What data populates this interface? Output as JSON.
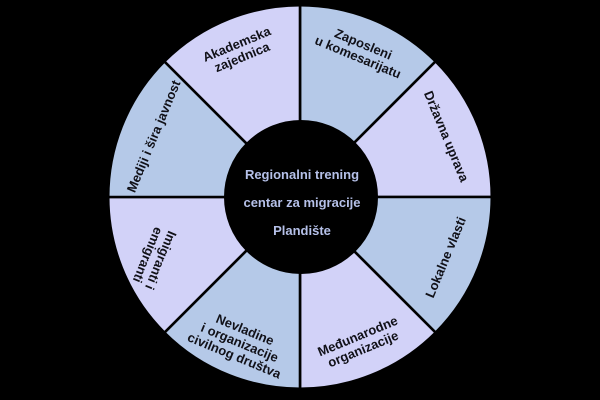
{
  "diagram": {
    "type": "stakeholder-wheel",
    "colors": {
      "background": "#000000",
      "lavender": "#d2d2f8",
      "blue": "#b5c9e8",
      "outline": "#000000",
      "center_fill": "#000000",
      "center_text": "#b5c0e8"
    },
    "center": {
      "lines": [
        "Regionalni trening",
        "centar za migracije",
        "Plandište"
      ]
    },
    "segments": [
      {
        "name": "zaposleni-u-komesarijatu",
        "color": "#b5c9e8",
        "lines": [
          "Zaposleni",
          "u komesarijatu"
        ]
      },
      {
        "name": "drzavna-uprava",
        "color": "#d2d2f8",
        "lines": [
          "Državna uprava"
        ]
      },
      {
        "name": "lokalne-vlasti",
        "color": "#b5c9e8",
        "lines": [
          "Lokalne vlasti"
        ]
      },
      {
        "name": "medjunarodne-organizacije",
        "color": "#d2d2f8",
        "lines": [
          "Međunarodne",
          "organizacije"
        ]
      },
      {
        "name": "nevladine-organizacije",
        "color": "#b5c9e8",
        "lines": [
          "Nevladine",
          "i organizacije",
          "civilnog društva"
        ]
      },
      {
        "name": "imigranti-i-emigranti",
        "color": "#d2d2f8",
        "lines": [
          "Imigranti i",
          "emigranti"
        ]
      },
      {
        "name": "mediji-i-sira-javnost",
        "color": "#b5c9e8",
        "lines": [
          "Mediji i šira javnost"
        ]
      },
      {
        "name": "akademska-zajednica",
        "color": "#d2d2f8",
        "lines": [
          "Akademska",
          "zajednica"
        ]
      }
    ]
  }
}
